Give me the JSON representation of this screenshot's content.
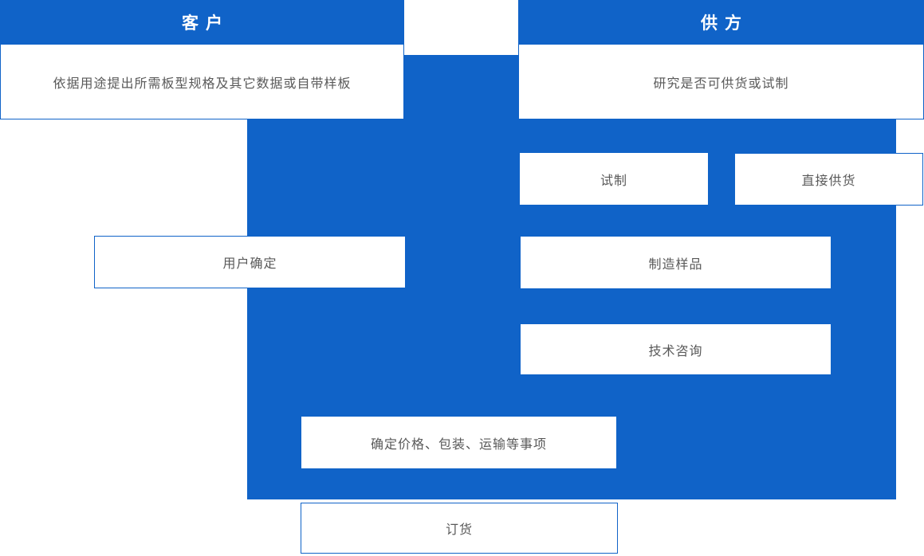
{
  "colors": {
    "accent_blue": "#1063C8",
    "node_text_gray": "#595959",
    "header_text": "#FFFFFF",
    "background": "#FFFFFF"
  },
  "headers": {
    "customer": "客户",
    "supplier": "供方"
  },
  "nodes": {
    "customer_request": "依据用途提出所需板型规格及其它数据或自带样板",
    "supplier_study": "研究是否可供货或试制",
    "trial_production": "试制",
    "direct_supply": "直接供货",
    "user_confirmation": "用户确定",
    "sample_production": "制造样品",
    "technical_consultation": "技术咨询",
    "price_packaging_transport": "确定价格、包装、运输等事项",
    "order": "订货"
  }
}
